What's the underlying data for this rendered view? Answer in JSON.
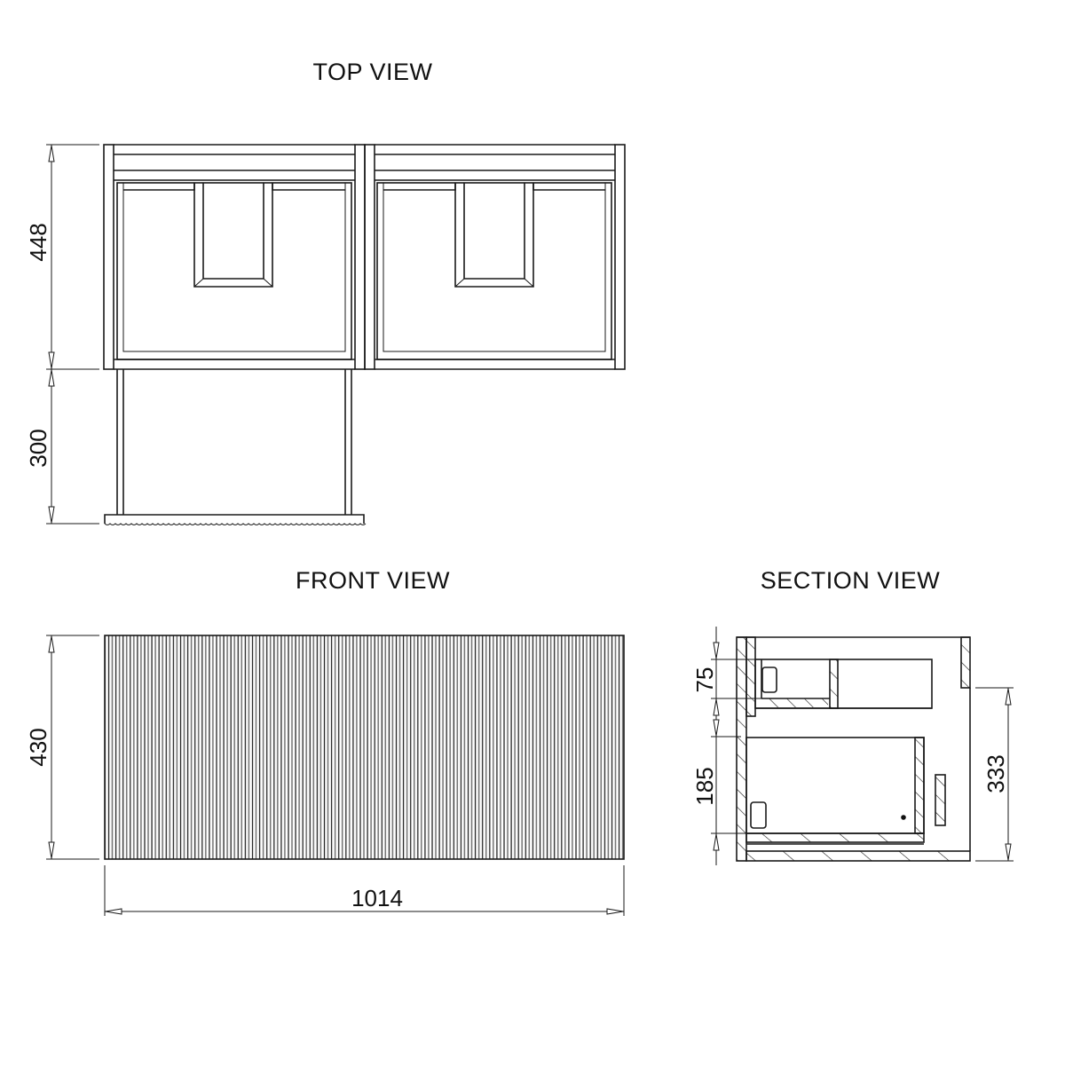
{
  "drawing": {
    "views": {
      "top": {
        "title": "TOP VIEW"
      },
      "front": {
        "title": "FRONT VIEW"
      },
      "section": {
        "title": "SECTION VIEW"
      }
    },
    "dimensions": {
      "top_depth": "448",
      "top_drawer_extension": "300",
      "front_height": "430",
      "front_width": "1014",
      "section_upper_drawer": "75",
      "section_lower_drawer": "185",
      "section_lower_height": "333"
    },
    "units": "mm",
    "colors": {
      "line": "#1a1a1a",
      "background": "#ffffff"
    }
  }
}
